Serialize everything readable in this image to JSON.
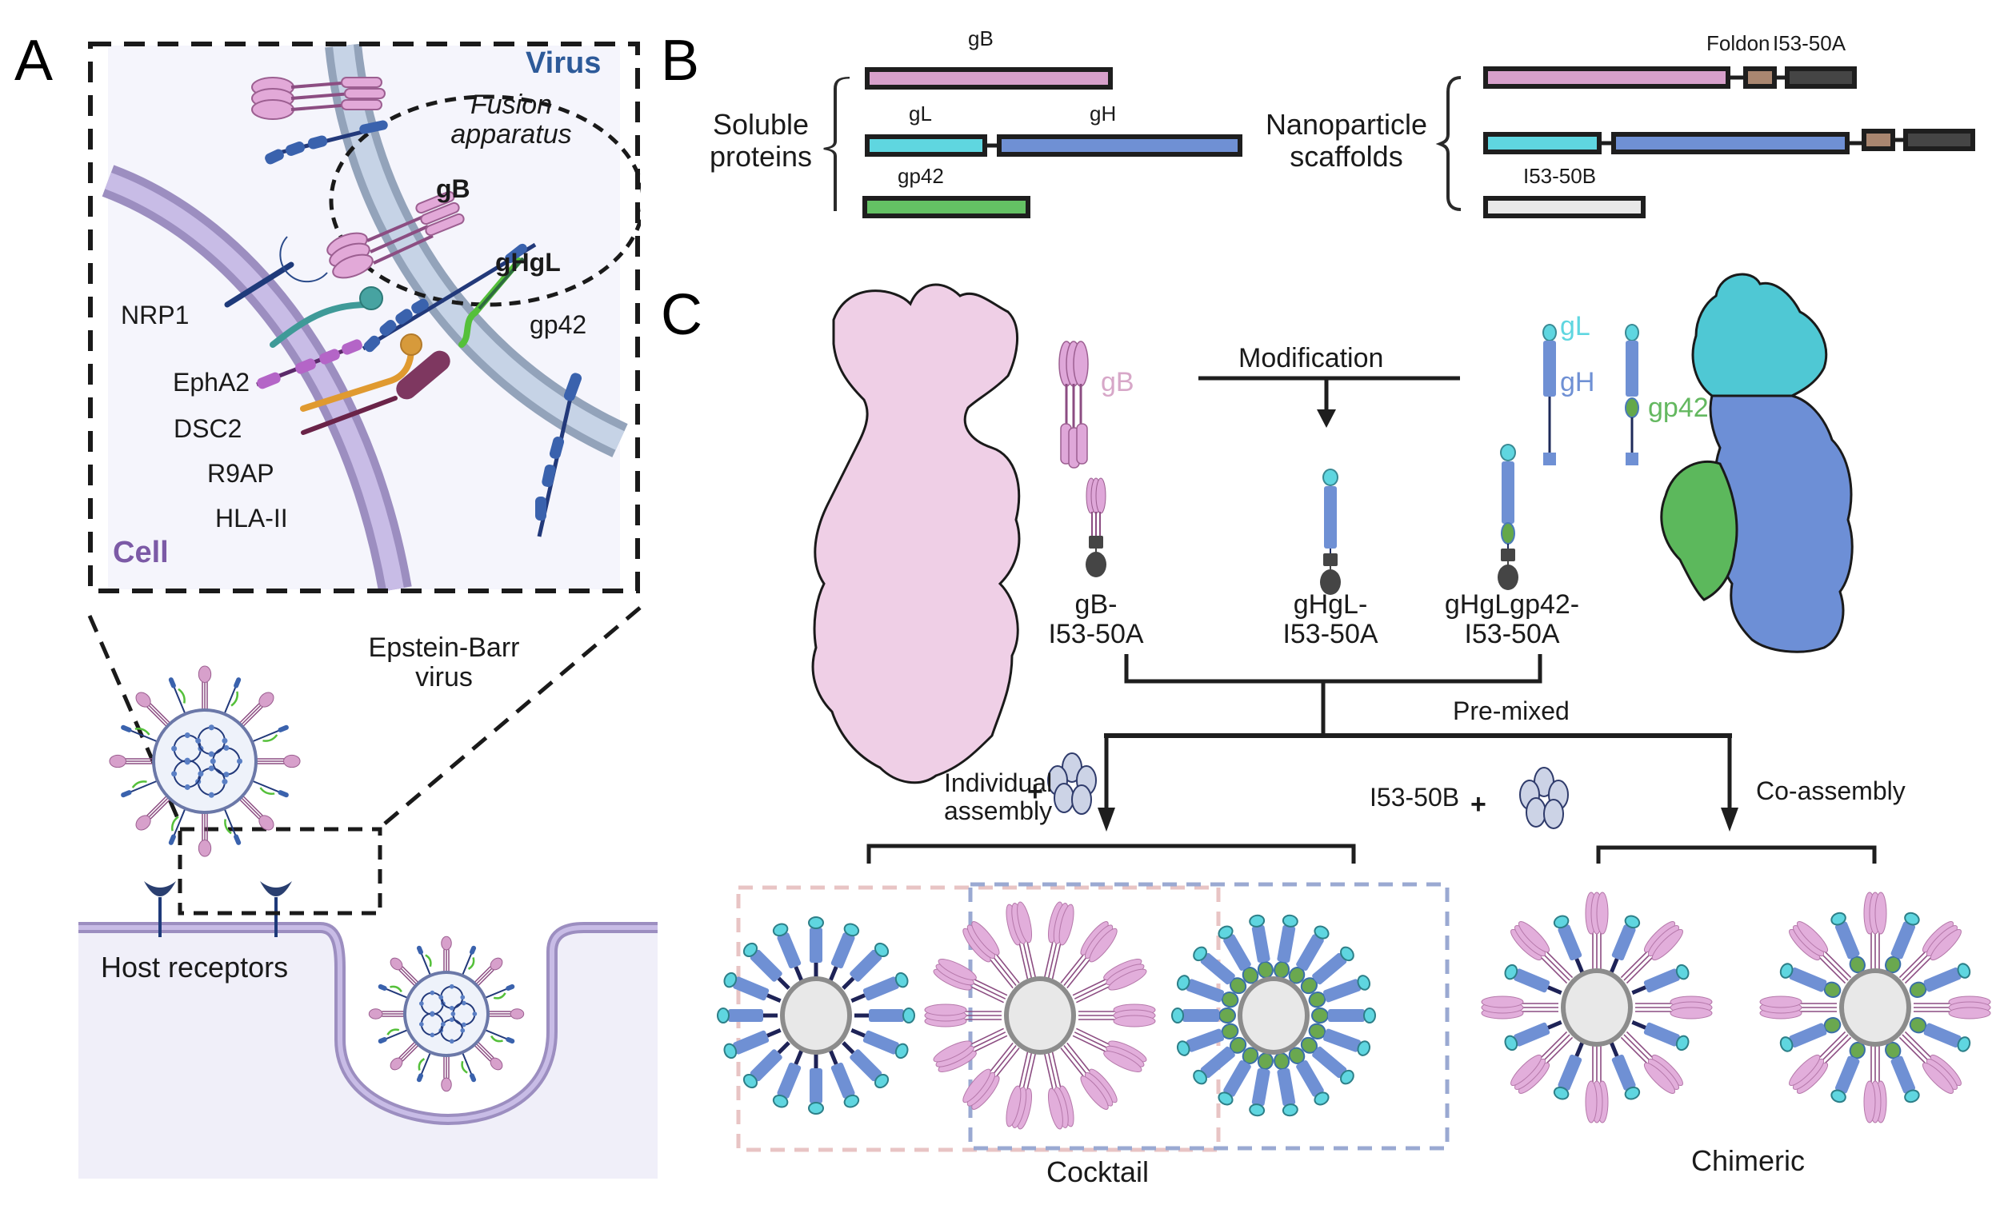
{
  "panels": {
    "a": {
      "letter": "A",
      "inset": {
        "virus_label": "Virus",
        "cell_label": "Cell",
        "fusion_label_line1": "Fusion",
        "fusion_label_line2": "apparatus",
        "gb_label": "gB",
        "ghgl_label": "gHgL",
        "gp42_label": "gp42",
        "receptors": [
          "NRP1",
          "EphA2",
          "DSC2",
          "R9AP",
          "HLA-II"
        ]
      },
      "lower": {
        "virus_label_line1": "Epstein-Barr",
        "virus_label_line2": "virus",
        "host_receptors_label": "Host receptors"
      }
    },
    "b": {
      "letter": "B",
      "soluble_label_line1": "Soluble",
      "soluble_label_line2": "proteins",
      "nanoparticle_label_line1": "Nanoparticle",
      "nanoparticle_label_line2": "scaffolds",
      "soluble": {
        "gb": "gB",
        "gl": "gL",
        "gh": "gH",
        "gp42": "gp42"
      },
      "scaffolds": {
        "foldon": "Foldon",
        "i53_50a": "I53-50A",
        "i53_50b": "I53-50B"
      }
    },
    "c": {
      "letter": "C",
      "gb_struct_label": "gB",
      "gl_label": "gL",
      "gh_label": "gH",
      "gp42_label": "gp42",
      "modification_label": "Modification",
      "constructs": [
        {
          "line1": "gB-",
          "line2": "I53-50A"
        },
        {
          "line1": "gHgL-",
          "line2": "I53-50A"
        },
        {
          "line1": "gHgLgp42-",
          "line2": "I53-50A"
        }
      ],
      "premixed_label": "Pre-mixed",
      "individual_label_line1": "Individual",
      "individual_label_line2": "assembly",
      "i53_50b_label": "I53-50B",
      "coassembly_label": "Co-assembly",
      "plus_symbol": "+",
      "cocktail_label": "Cocktail",
      "chimeric_label": "Chimeric"
    }
  },
  "colors": {
    "gb_pink": "#d7a0cb",
    "gl_cyan": "#5fd6e0",
    "gh_blue": "#6f90d4",
    "gp42_green": "#64c164",
    "foldon_brown": "#a98670",
    "i53_50a_dark": "#454545",
    "i53_50b_gray": "#e8e8e8",
    "virus_label": "#2d5a99",
    "cell_label": "#7c5aa6",
    "cell_bg": "#f3f2fb",
    "membrane_purple": "#bfb3e0",
    "virus_membrane": "#c6d3e6"
  }
}
